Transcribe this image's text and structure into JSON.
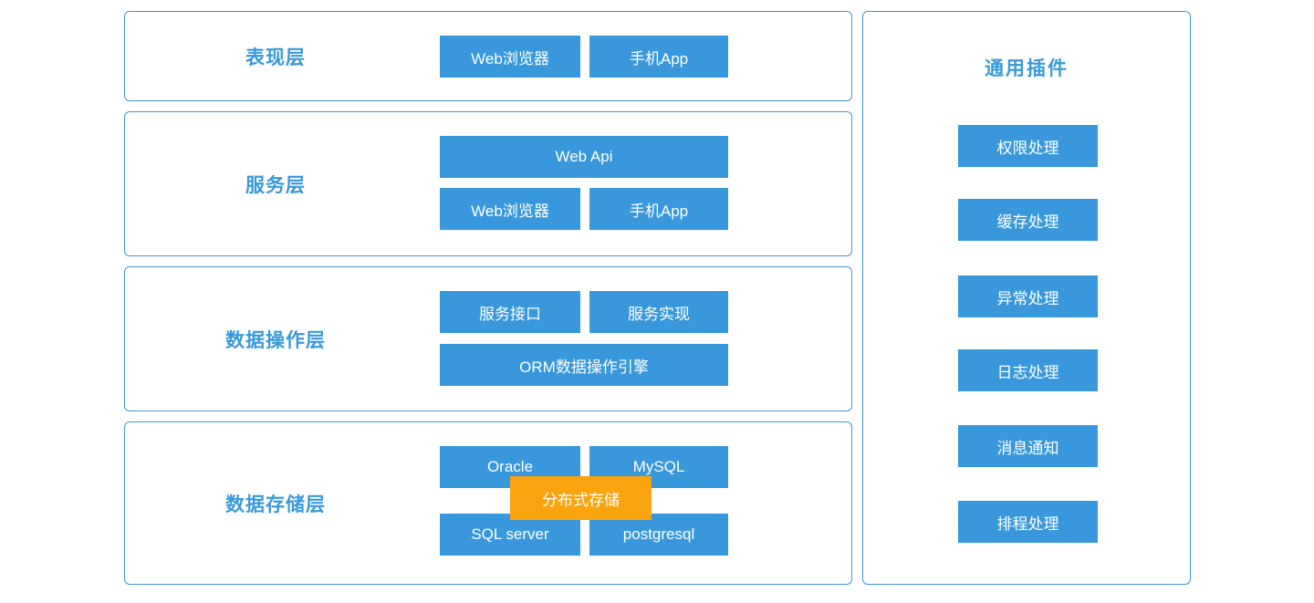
{
  "colors": {
    "node_blue": "#3898DB",
    "box_border_blue": "#3E97D8",
    "title_blue": "#3999DB",
    "highlight_orange": "#F9A40E",
    "node_text": "#FFFFFF",
    "background": "#FFFFFF"
  },
  "layers": [
    {
      "title": "表现层",
      "buttons": [
        {
          "label": "Web浏览器"
        },
        {
          "label": "手机App"
        }
      ]
    },
    {
      "title": "服务层",
      "buttons": [
        {
          "label": "Web Api"
        },
        {
          "label": "Web浏览器"
        },
        {
          "label": "手机App"
        }
      ]
    },
    {
      "title": "数据操作层",
      "buttons": [
        {
          "label": "服务接口"
        },
        {
          "label": "服务实现"
        },
        {
          "label": "ORM数据操作引擎"
        }
      ]
    },
    {
      "title": "数据存储层",
      "buttons": [
        {
          "label": "Oracle"
        },
        {
          "label": "MySQL"
        },
        {
          "label": "SQL server"
        },
        {
          "label": "postgresql"
        }
      ],
      "overlay": {
        "label": "分布式存储"
      }
    }
  ],
  "plugins_panel": {
    "title": "通用插件",
    "items": [
      {
        "label": "权限处理"
      },
      {
        "label": "缓存处理"
      },
      {
        "label": "异常处理"
      },
      {
        "label": "日志处理"
      },
      {
        "label": "消息通知"
      },
      {
        "label": "排程处理"
      }
    ]
  }
}
